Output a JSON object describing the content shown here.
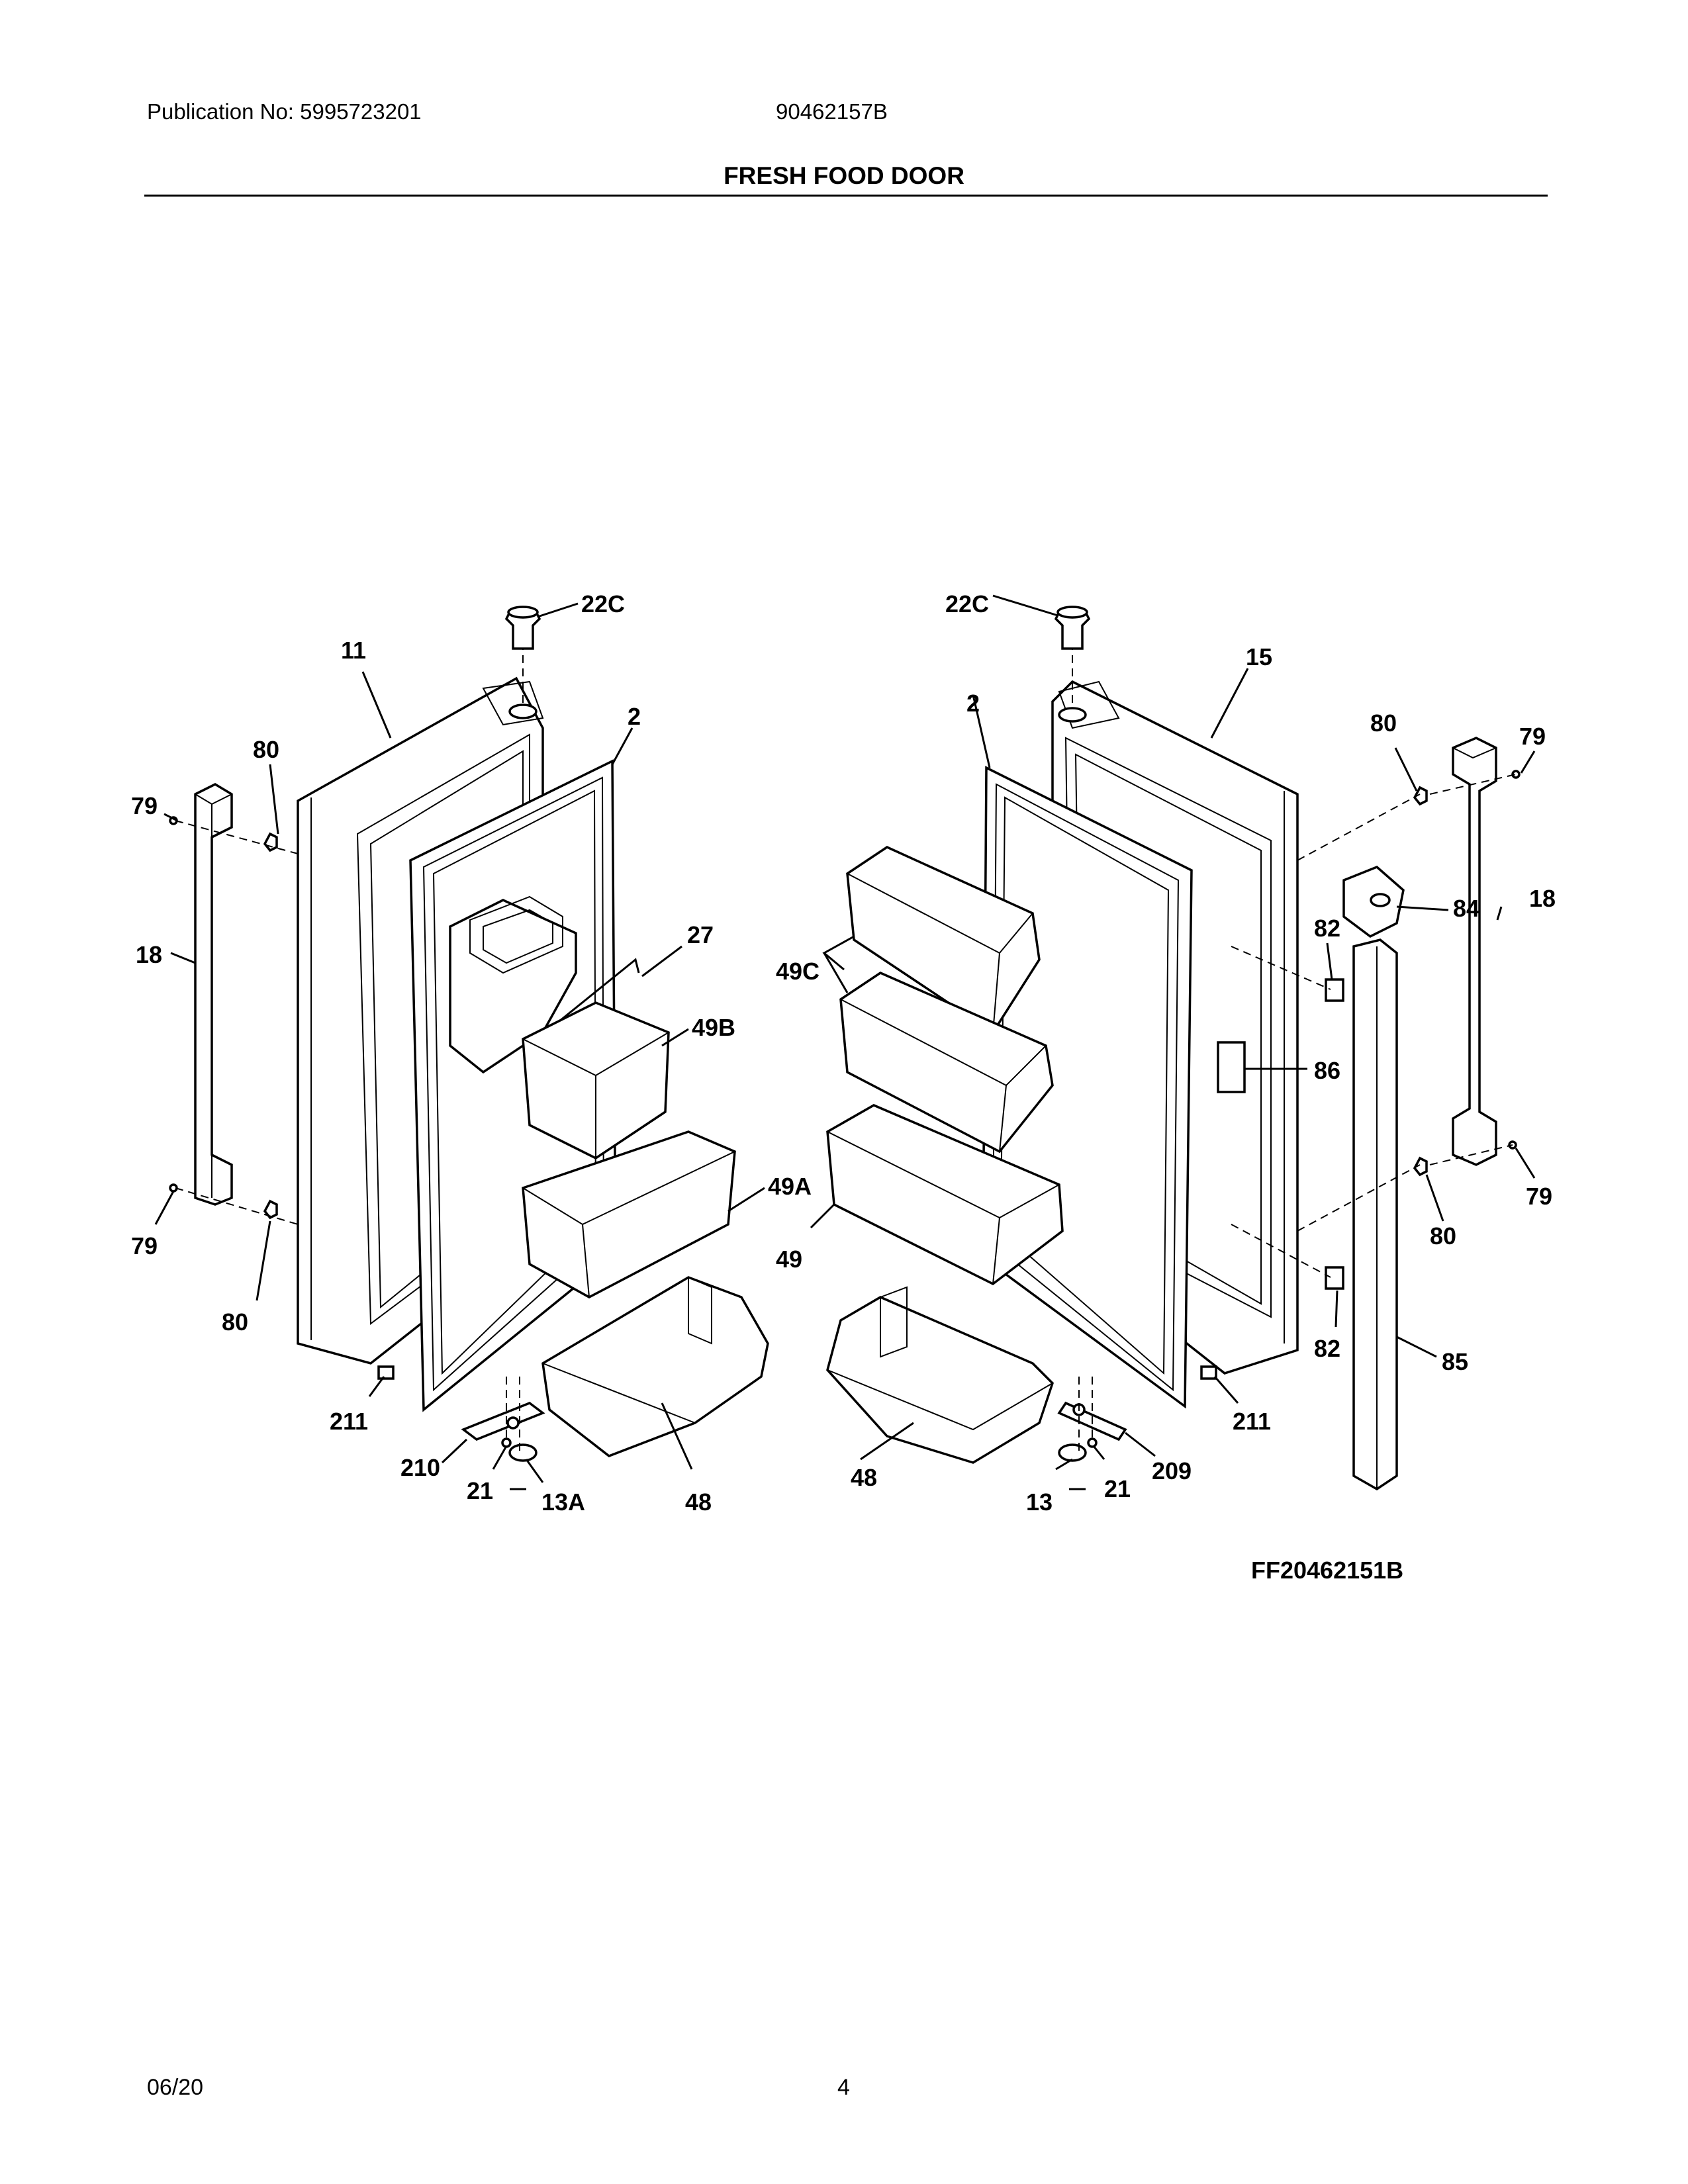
{
  "header": {
    "publication": "Publication No: 5995723201",
    "model": "90462157B",
    "title": "FRESH FOOD DOOR"
  },
  "footer": {
    "date": "06/20",
    "page": "4"
  },
  "figure": {
    "id": "FF20462151B",
    "callouts": {
      "c22c_left": "22C",
      "c11": "11",
      "c2_left": "2",
      "c80_left_top": "80",
      "c79_left_top": "79",
      "c18_left": "18",
      "c27": "27",
      "c49b": "49B",
      "c49a": "49A",
      "c79_left_bot": "79",
      "c80_left_bot": "80",
      "c211_left": "211",
      "c210": "210",
      "c21_left": "21",
      "c13a": "13A",
      "c48_left": "48",
      "c22c_right": "22C",
      "c2_right": "2",
      "c15": "15",
      "c80_right_top": "80",
      "c79_right_top": "79",
      "c18_right": "18",
      "c84": "84",
      "c82_top": "82",
      "c49c": "49C",
      "c86": "86",
      "c49": "49",
      "c79_right_bot": "79",
      "c80_right_bot": "80",
      "c82_bot": "82",
      "c85": "85",
      "c211_right": "211",
      "c209": "209",
      "c21_right": "21",
      "c13": "13",
      "c48_right": "48"
    }
  }
}
